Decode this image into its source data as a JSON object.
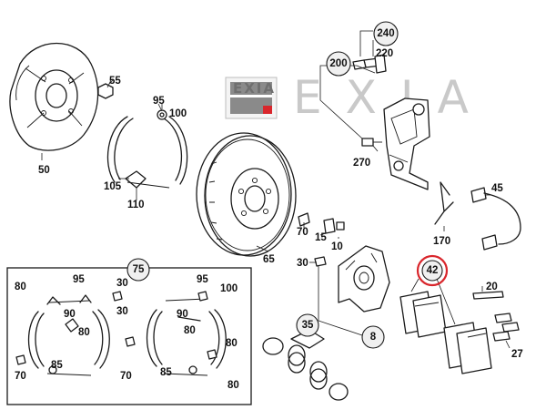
{
  "watermark": {
    "badge": "EXIA",
    "text": "EXIA"
  },
  "callouts": {
    "c240": "240",
    "c200": "200",
    "c220": "220",
    "c270": "270",
    "c55": "55",
    "c50": "50",
    "c95a": "95",
    "c100a": "100",
    "c105": "105",
    "c110": "110",
    "c65": "65",
    "c70a": "70",
    "c15": "15",
    "c10": "10",
    "c30a": "30",
    "c8": "8",
    "c45": "45",
    "c170": "170",
    "c75": "75",
    "c80a": "80",
    "c95b": "95",
    "c30b": "30",
    "c90a": "90",
    "c30c": "30",
    "c80b": "80",
    "c70b": "70",
    "c85a": "85",
    "c70c": "70",
    "c95c": "95",
    "c100b": "100",
    "c90b": "90",
    "c80c": "80",
    "c85b": "85",
    "c80d": "80",
    "c80e": "80",
    "c35": "35",
    "c42": "42",
    "c20": "20",
    "c27": "27"
  },
  "highlight_color": "#d9262c"
}
